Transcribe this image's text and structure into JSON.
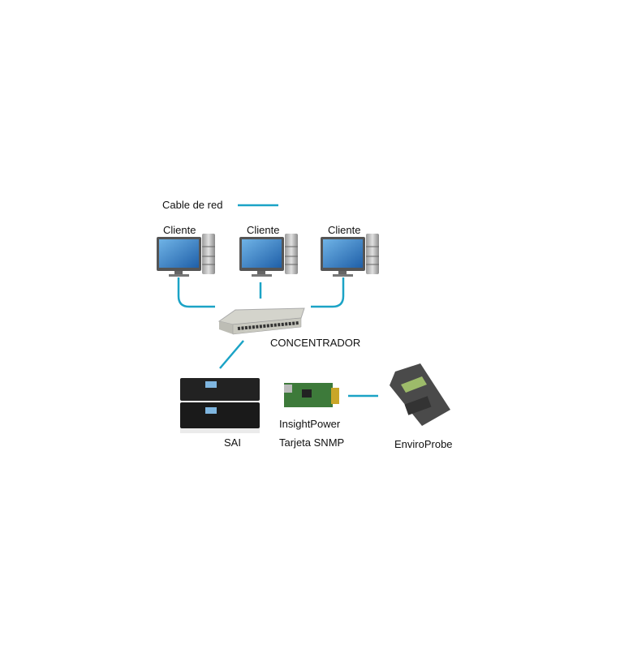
{
  "legend": {
    "label": "Cable de red"
  },
  "clients": [
    {
      "label": "Cliente"
    },
    {
      "label": "Cliente"
    },
    {
      "label": "Cliente"
    }
  ],
  "hub": {
    "label": "CONCENTRADOR"
  },
  "ups": {
    "label": "SAI"
  },
  "snmp_card": {
    "line1": "InsightPower",
    "line2": "Tarjeta SNMP"
  },
  "probe": {
    "label": "EnviroProbe"
  },
  "colors": {
    "cable": "#1ba3c6",
    "screen": "#3d8ccf"
  }
}
